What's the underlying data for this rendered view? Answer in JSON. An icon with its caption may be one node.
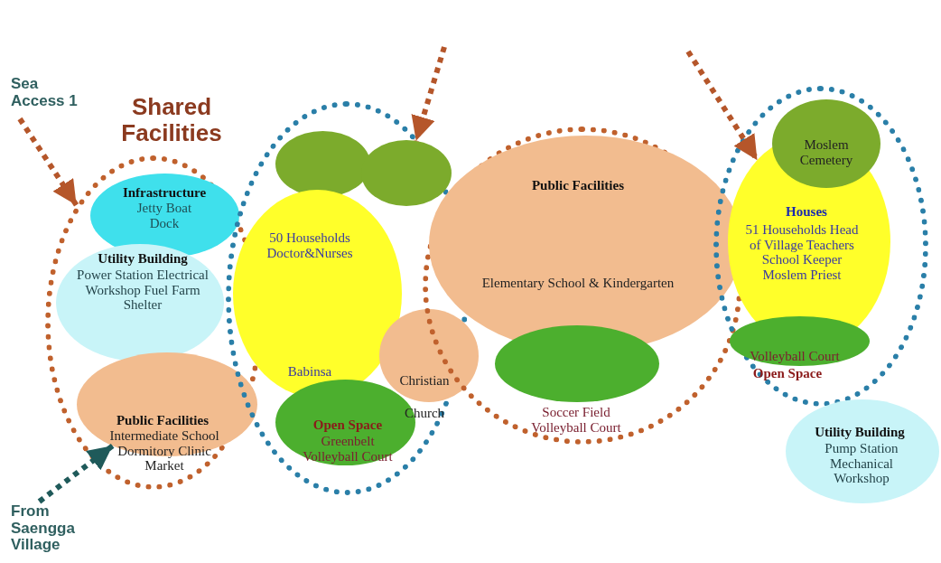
{
  "diagram": {
    "nodes": [
      {
        "text": [
          "Shared Facilities"
        ]
      },
      {
        "text": [
          "Infrastructure",
          "Jetty Boat Dock"
        ],
        "in": 0
      },
      {
        "text": [
          "Utility Building",
          "Power Station Electrical Workshop Fuel Farm Shelter"
        ],
        "in": 0
      },
      {
        "text": [
          "Public Facilities",
          "Intermediate School Dormitory Clinic Market"
        ],
        "in": 0
      },
      {
        "text": [],
        "shape": "circle"
      },
      {
        "text": [],
        "shape": "circle",
        "in": 4
      },
      {
        "text": [],
        "shape": "circle",
        "in": 4
      },
      {
        "text": [
          "50 Households Doctor&Nurses",
          "Babinsa"
        ],
        "in": 4
      },
      {
        "text": [
          "Christian Church"
        ]
      },
      {
        "text": [
          "Open Space",
          "Greenbelt Volleyball Court"
        ],
        "in": 4
      },
      {
        "text": [],
        "shape": "circle"
      },
      {
        "text": [
          "Public Facilities",
          "Elementary School & Kindergarten"
        ],
        "in": 10
      },
      {
        "text": [
          "Soccer Field Volleyball Court"
        ],
        "in": 10
      },
      {
        "text": [],
        "shape": "circle"
      },
      {
        "text": [
          "Moslem Cemetery"
        ],
        "in": 13
      },
      {
        "text": [
          "Houses",
          "51 Households Head of Village Teachers School Keeper Moslem Priest"
        ],
        "in": 13
      },
      {
        "text": [
          "Volleyball Court",
          "Open Space"
        ],
        "in": 13
      },
      {
        "text": [
          "Utility Building",
          "Pump Station Mechanical Workshop"
        ]
      },
      {
        "text": [
          "Sea Access 1"
        ]
      },
      {
        "text": [
          "From Saengga Village"
        ]
      }
    ],
    "edges": [
      {
        "from": 18,
        "to": 0,
        "arrow": "to",
        "style": "dashed"
      },
      {
        "from": 19,
        "to": 3,
        "arrow": "to",
        "style": "dashed",
        "color": "#1f5a5a"
      },
      {
        "from": null,
        "to": 6,
        "arrow": "to",
        "style": "dashed"
      },
      {
        "from": null,
        "to": 15,
        "arrow": "to",
        "style": "dashed"
      }
    ]
  }
}
